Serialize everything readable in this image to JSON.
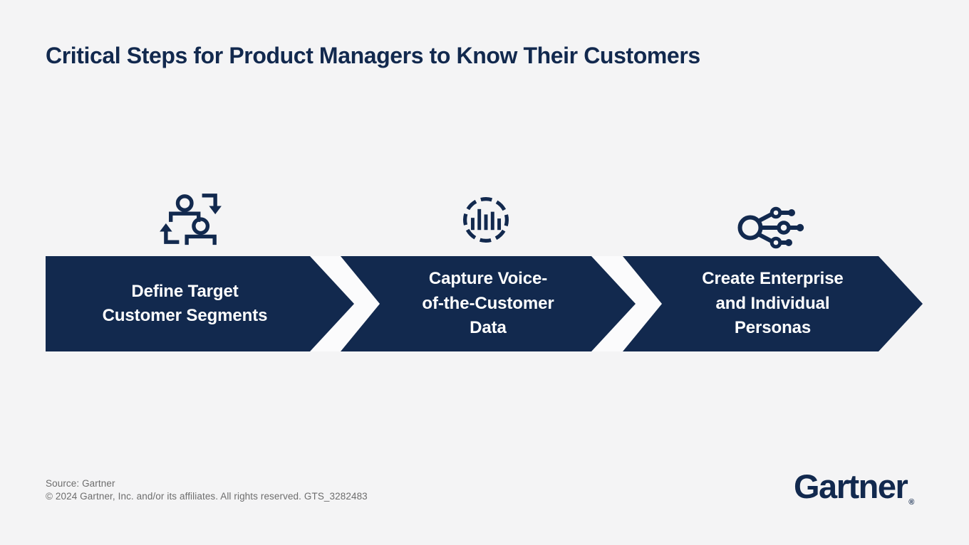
{
  "title": "Critical Steps for Product Managers to Know Their Customers",
  "colors": {
    "navy": "#12294e",
    "background": "#f4f4f5",
    "band": "#fbfbfc",
    "muted": "#6d6d6d",
    "white": "#ffffff"
  },
  "steps": [
    {
      "icon": "customer-swap-icon",
      "lines": [
        "Define Target",
        "Customer Segments"
      ]
    },
    {
      "icon": "voc-data-chart-icon",
      "lines": [
        "Capture Voice-",
        "of-the-Customer",
        "Data"
      ]
    },
    {
      "icon": "persona-network-icon",
      "lines": [
        "Create Enterprise",
        "and Individual",
        "Personas"
      ]
    }
  ],
  "footer": {
    "source": "Source: Gartner",
    "copyright": "© 2024 Gartner, Inc. and/or its affiliates. All rights reserved. GTS_3282483"
  },
  "logo": {
    "wordmark": "Gartner",
    "registered_mark": "®"
  }
}
